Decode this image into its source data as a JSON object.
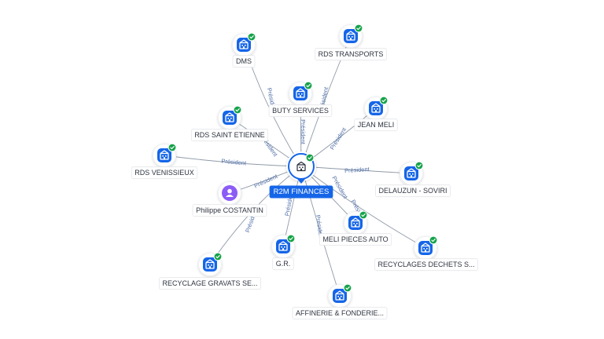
{
  "graph": {
    "center": {
      "label": "R2M FINANCES",
      "icon": "building-icon",
      "verified": true
    },
    "relation_label": "Président",
    "nodes": [
      {
        "id": "dms",
        "label": "DMS",
        "type": "company",
        "verified": true
      },
      {
        "id": "rds-transports",
        "label": "RDS TRANSPORTS",
        "type": "company",
        "verified": true
      },
      {
        "id": "buty-services",
        "label": "BUTY SERVICES",
        "type": "company",
        "verified": true
      },
      {
        "id": "jean-meli",
        "label": "JEAN MELI",
        "type": "company",
        "verified": true
      },
      {
        "id": "rds-saint-etienne",
        "label": "RDS SAINT ETIENNE",
        "type": "company",
        "verified": true
      },
      {
        "id": "rds-venissieux",
        "label": "RDS VENISSIEUX",
        "type": "company",
        "verified": true
      },
      {
        "id": "delauzun-soviri",
        "label": "DELAUZUN - SOVIRI",
        "type": "company",
        "verified": true
      },
      {
        "id": "philippe-costantin",
        "label": "Philippe COSTANTIN",
        "type": "person",
        "verified": false
      },
      {
        "id": "meli-pieces-auto",
        "label": "MELI PIECES AUTO",
        "type": "company",
        "verified": true
      },
      {
        "id": "gr",
        "label": "G.R.",
        "type": "company",
        "verified": true
      },
      {
        "id": "recyclages-dechets",
        "label": "RECYCLAGES DECHETS S...",
        "type": "company",
        "verified": true
      },
      {
        "id": "recyclage-gravats",
        "label": "RECYCLAGE GRAVATS SE...",
        "type": "company",
        "verified": true
      },
      {
        "id": "affinerie-fonderie",
        "label": "AFFINERIE & FONDERIE...",
        "type": "company",
        "verified": true
      }
    ],
    "colors": {
      "company_icon": "#1565e8",
      "person_icon": "#8b5cf6",
      "verified_badge": "#16a34a",
      "center_label_bg": "#1565e8",
      "edge": "#8f9aa8",
      "edge_label": "#4f6ea8"
    }
  }
}
